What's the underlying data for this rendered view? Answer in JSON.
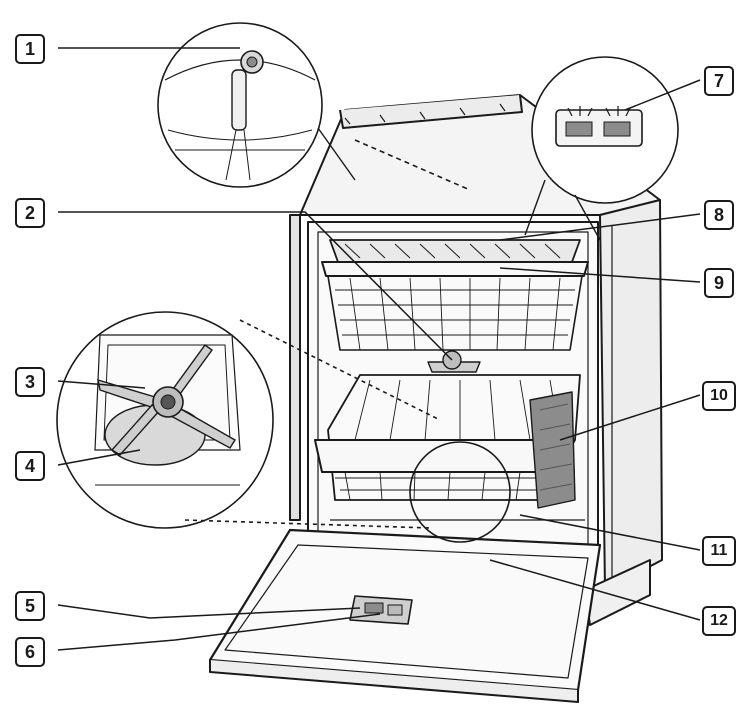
{
  "callouts": [
    {
      "id": 1,
      "label": "1"
    },
    {
      "id": 2,
      "label": "2"
    },
    {
      "id": 3,
      "label": "3"
    },
    {
      "id": 4,
      "label": "4"
    },
    {
      "id": 5,
      "label": "5"
    },
    {
      "id": 6,
      "label": "6"
    },
    {
      "id": 7,
      "label": "7"
    },
    {
      "id": 8,
      "label": "8"
    },
    {
      "id": 9,
      "label": "9"
    },
    {
      "id": 10,
      "label": "10"
    },
    {
      "id": 11,
      "label": "11"
    },
    {
      "id": 12,
      "label": "12"
    }
  ],
  "colors": {
    "line": "#1a1a1a",
    "fill_light": "#f4f4f4",
    "fill_mid": "#d9d9d9",
    "fill_dark": "#8c8c8c"
  }
}
